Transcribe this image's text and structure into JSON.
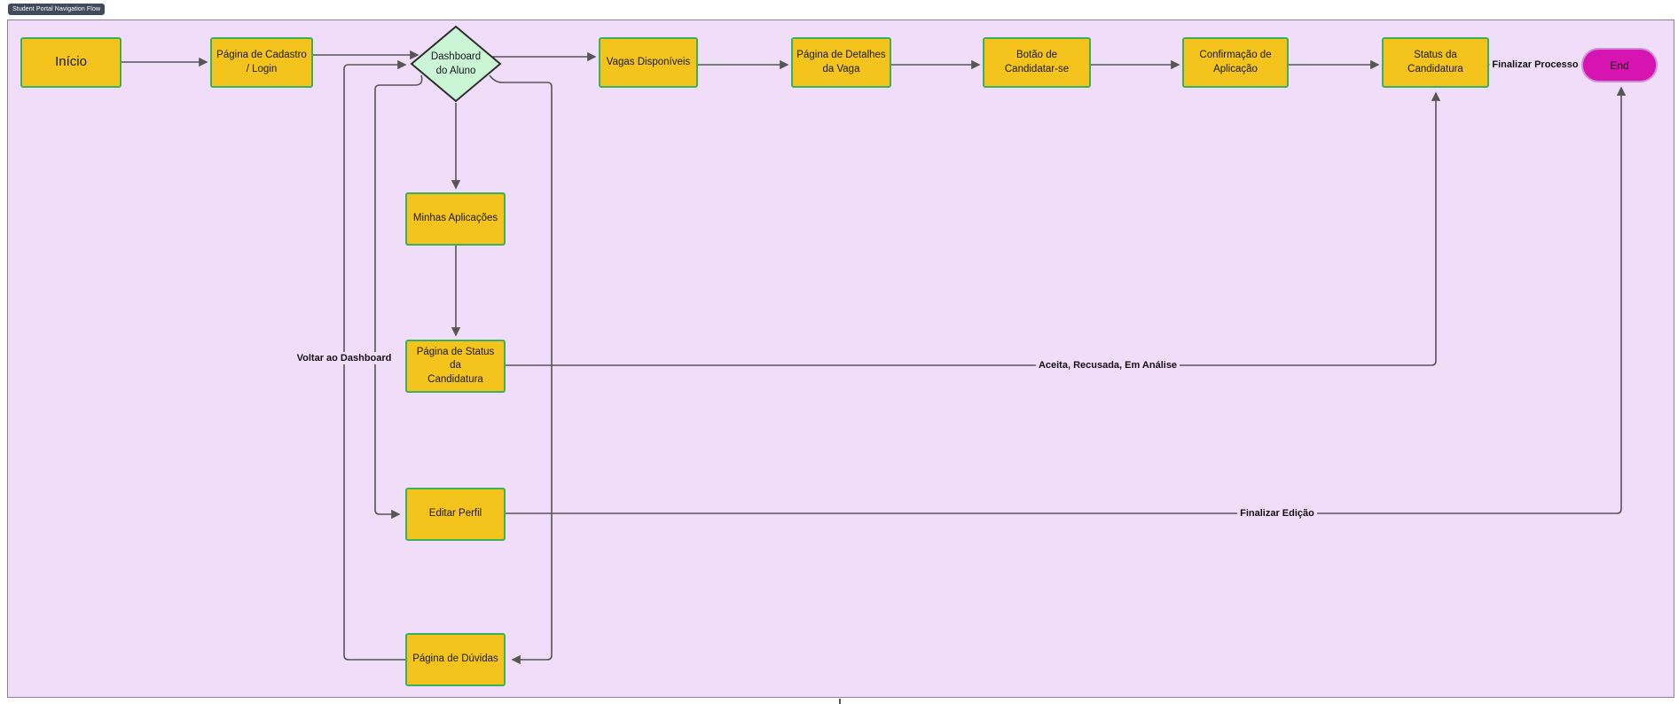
{
  "badge": {
    "label": "Student Portal Navigation Flow"
  },
  "nodes": {
    "inicio": {
      "label": "Início"
    },
    "cadastro": {
      "label": "Página de Cadastro\n/ Login"
    },
    "dashboard": {
      "label": "Dashboard\ndo Aluno"
    },
    "vagas": {
      "label": "Vagas Disponíveis"
    },
    "detalhes": {
      "label": "Página de Detalhes\nda Vaga"
    },
    "botao": {
      "label": "Botão de\nCandidatar-se"
    },
    "confirmacao": {
      "label": "Confirmação de\nAplicação"
    },
    "status": {
      "label": "Status da\nCandidatura"
    },
    "end": {
      "label": "End"
    },
    "minhas": {
      "label": "Minhas Aplicações"
    },
    "status_page": {
      "label": "Página de Status da\nCandidatura"
    },
    "editar": {
      "label": "Editar Perfil"
    },
    "duvidas": {
      "label": "Página de Dúvidas"
    }
  },
  "edge_labels": {
    "finalizar_processo": "Finalizar Processo",
    "voltar_dashboard": "Voltar ao Dashboard",
    "aceita_recusada": "Aceita, Recusada, Em Análise",
    "finalizar_edicao": "Finalizar Edição"
  },
  "colors": {
    "canvas_bg": "#F0DDFA",
    "canvas_border": "#8A8494",
    "node_fill": "#F4C41C",
    "node_border": "#3DB159",
    "node_text": "#1a1a1a",
    "decision_fill": "#CBF6D6",
    "decision_border": "#2e2e2e",
    "end_fill": "#D614AF",
    "end_border": "#CD8CDC",
    "edge_color": "#565656",
    "badge_bg": "#414B59",
    "badge_text": "#ffffff"
  }
}
